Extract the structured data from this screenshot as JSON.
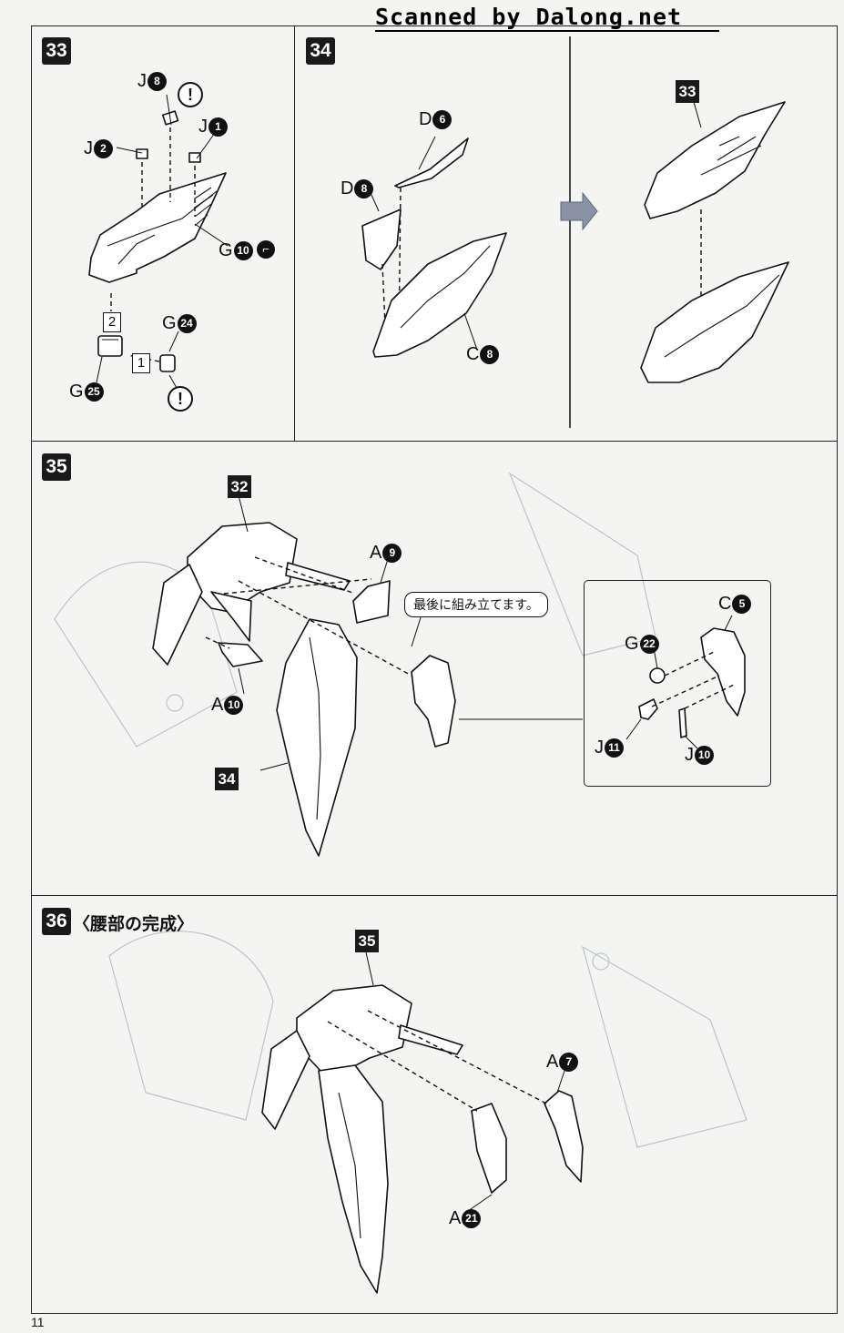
{
  "watermark": "Scanned by Dalong.net",
  "page_number": "11",
  "steps": {
    "s33": {
      "number": "33"
    },
    "s34": {
      "number": "34"
    },
    "s35": {
      "number": "35"
    },
    "s36": {
      "number": "36",
      "title": "〈腰部の完成〉"
    }
  },
  "refs": {
    "r33": "33",
    "r32": "32",
    "r34": "34",
    "r35": "35"
  },
  "callout_text": "最後に組み立てます。",
  "order_marks": {
    "first": "1",
    "second": "2"
  },
  "warning_symbol": "!",
  "parts": {
    "s33": [
      {
        "letter": "J",
        "num": "8"
      },
      {
        "letter": "J",
        "num": "1"
      },
      {
        "letter": "J",
        "num": "2"
      },
      {
        "letter": "G",
        "num": "10"
      },
      {
        "letter": "G",
        "num": "24"
      },
      {
        "letter": "G",
        "num": "25"
      }
    ],
    "s34": [
      {
        "letter": "D",
        "num": "6"
      },
      {
        "letter": "D",
        "num": "8"
      },
      {
        "letter": "C",
        "num": "8"
      }
    ],
    "s35": [
      {
        "letter": "A",
        "num": "9"
      },
      {
        "letter": "A",
        "num": "10"
      },
      {
        "letter": "C",
        "num": "5"
      },
      {
        "letter": "G",
        "num": "22"
      },
      {
        "letter": "J",
        "num": "11"
      },
      {
        "letter": "J",
        "num": "10"
      }
    ],
    "s36": [
      {
        "letter": "A",
        "num": "7"
      },
      {
        "letter": "A",
        "num": "21"
      }
    ]
  },
  "colors": {
    "ink": "#111111",
    "paper": "#f4f4f2",
    "arrow": "#8a93a6"
  },
  "icons": [
    "warning-icon",
    "cement-icon",
    "right-arrow-icon"
  ]
}
